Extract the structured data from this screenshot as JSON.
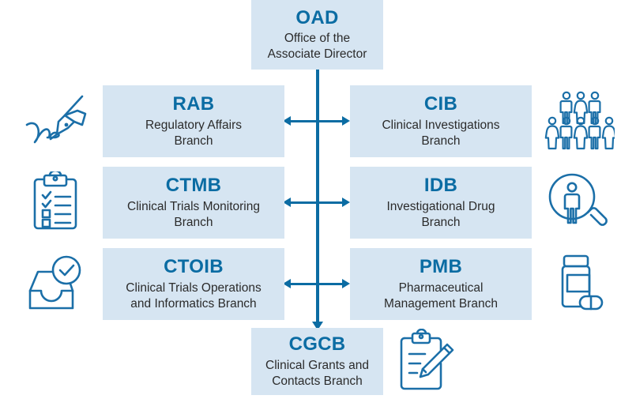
{
  "diagram": {
    "type": "organizational-chart",
    "colors": {
      "box_fill": "#d6e5f2",
      "accent_blue": "#0b6ca3",
      "body_text": "#2b2b2b",
      "background": "#ffffff"
    },
    "nodes": {
      "oad": {
        "code": "OAD",
        "name_line1": "Office of the",
        "name_line2": "Associate Director"
      },
      "rab": {
        "code": "RAB",
        "name_line1": "Regulatory Affairs",
        "name_line2": "Branch"
      },
      "cib": {
        "code": "CIB",
        "name_line1": "Clinical Investigations",
        "name_line2": "Branch"
      },
      "ctmb": {
        "code": "CTMB",
        "name_line1": "Clinical Trials Monitoring",
        "name_line2": "Branch"
      },
      "idb": {
        "code": "IDB",
        "name_line1": "Investigational Drug",
        "name_line2": "Branch"
      },
      "ctoib": {
        "code": "CTOIB",
        "name_line1": "Clinical Trials Operations",
        "name_line2": "and Informatics Branch"
      },
      "pmb": {
        "code": "PMB",
        "name_line1": "Pharmaceutical",
        "name_line2": "Management Branch"
      },
      "cgcb": {
        "code": "CGCB",
        "name_line1": "Clinical Grants and",
        "name_line2": "Contacts Branch"
      }
    },
    "icons": {
      "left_1": "signature-pen-icon",
      "left_2": "clipboard-checklist-icon",
      "left_3": "inbox-tray-check-icon",
      "right_1": "people-group-icon",
      "right_2": "person-magnifier-icon",
      "right_3": "pill-bottle-capsule-icon",
      "bottom": "clipboard-pencil-icon"
    },
    "connectors": [
      {
        "from": "oad",
        "to": "cgcb",
        "style": "vertical-trunk-arrow-down"
      },
      {
        "from": "rab",
        "to": "cib",
        "style": "horizontal-double-arrow"
      },
      {
        "from": "ctmb",
        "to": "idb",
        "style": "horizontal-double-arrow"
      },
      {
        "from": "ctoib",
        "to": "pmb",
        "style": "horizontal-double-arrow"
      }
    ]
  }
}
